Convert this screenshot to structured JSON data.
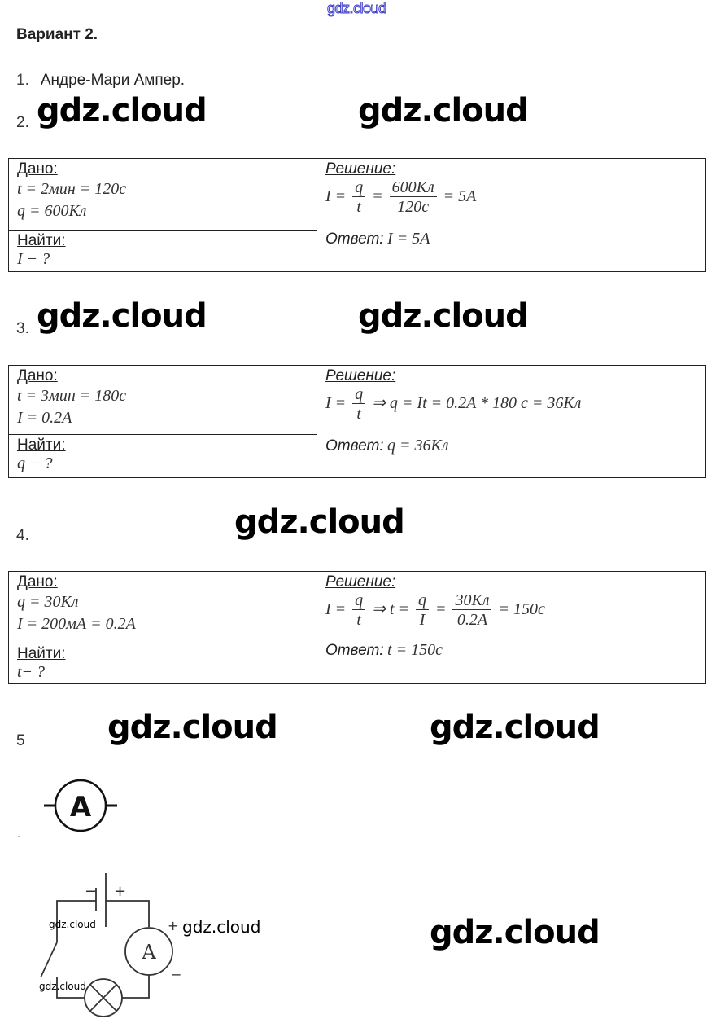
{
  "watermark_top": "gdz.cloud",
  "watermark_big": "gdz.cloud",
  "title": "Вариант 2.",
  "item1": {
    "num": "1.",
    "text": "Андре-Мари Ампер."
  },
  "labels": {
    "given": "Дано:",
    "find": "Найти:",
    "solution": "Решение:",
    "answer": "Ответ:"
  },
  "task2": {
    "num": "2.",
    "given": [
      "t = 2мин = 120с",
      "q = 600Кл"
    ],
    "find": "I − ?",
    "solution": {
      "lhs": "I =",
      "f1n": "q",
      "f1d": "t",
      "eq": "=",
      "f2n": "600Кл",
      "f2d": "120с",
      "rhs": "= 5A"
    },
    "answer": "I = 5A"
  },
  "task3": {
    "num": "3.",
    "given": [
      "t = 3мин = 180с",
      "I = 0.2A"
    ],
    "find": "q − ?",
    "solution": {
      "lhs": "I =",
      "f1n": "q",
      "f1d": "t",
      "rhs": "⇒ q = It = 0.2A * 180 с = 36Кл"
    },
    "answer": "q = 36Кл"
  },
  "task4": {
    "num": "4.",
    "given": [
      "q = 30Кл",
      "I = 200мА = 0.2A"
    ],
    "find": "t− ?",
    "solution": {
      "lhs": "I =",
      "f1n": "q",
      "f1d": "t",
      "mid": "⇒ t =",
      "f2n": "q",
      "f2d": "I",
      "eq": "=",
      "f3n": "30Кл",
      "f3d": "0.2A",
      "rhs": "= 150с"
    },
    "answer": "t = 150с"
  },
  "task5": {
    "num": "5",
    "dot": ".",
    "ammeter_symbol": "A",
    "circuit": {
      "battery_minus": "−",
      "battery_plus": "+",
      "meter_plus": "+",
      "meter_minus": "−",
      "meter_label": "A",
      "wm1": "gdz.cloud",
      "wm2": "gdz.cloud",
      "wm3": "gdz.cloud"
    }
  }
}
